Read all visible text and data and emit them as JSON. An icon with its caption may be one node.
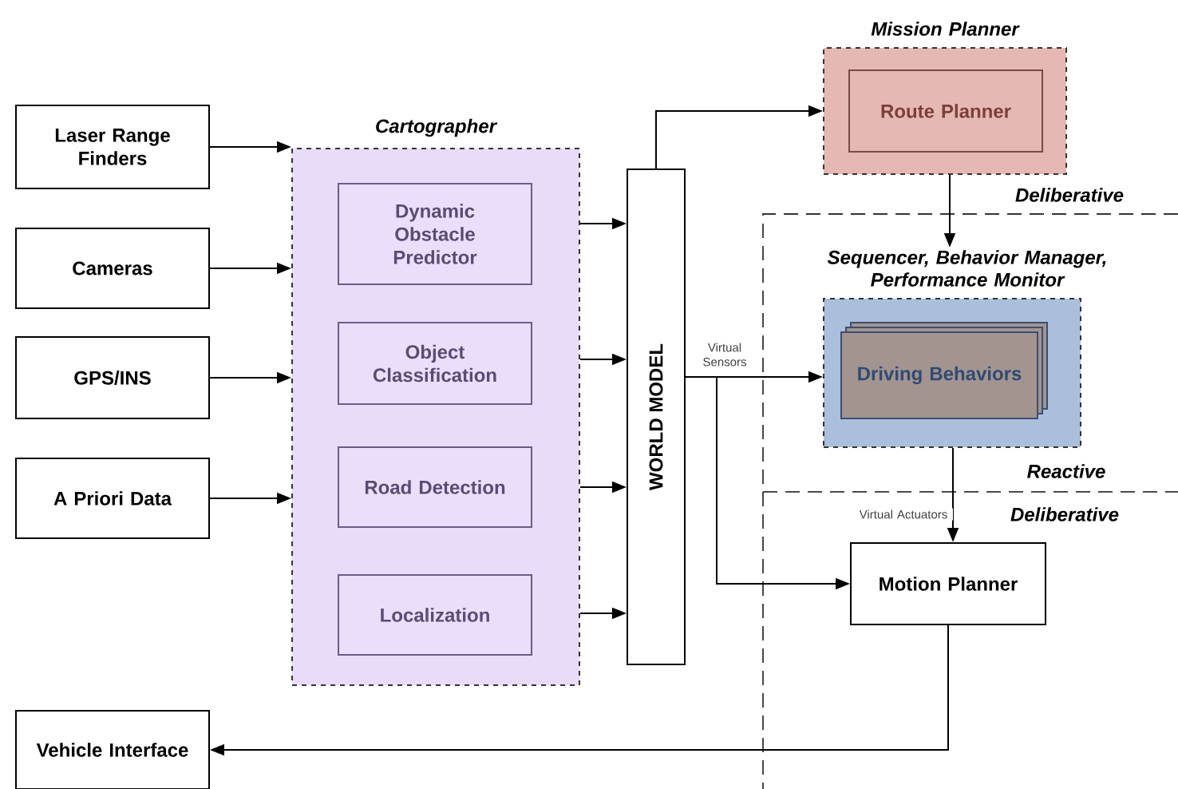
{
  "diagram": {
    "nodes": [
      {
        "text": [
          "Laser Range Finders"
        ]
      },
      {
        "text": [
          "Cameras"
        ]
      },
      {
        "text": [
          "GPS/INS"
        ]
      },
      {
        "text": [
          "A Priori Data"
        ]
      },
      {
        "text": [
          "Cartographer"
        ]
      },
      {
        "text": [
          "Dynamic Obstacle Predictor"
        ],
        "in": 4
      },
      {
        "text": [
          "Object Classification"
        ],
        "in": 4
      },
      {
        "text": [
          "Road Detection"
        ],
        "in": 4
      },
      {
        "text": [
          "Localization"
        ],
        "in": 4
      },
      {
        "text": [
          "WORLD MODEL"
        ]
      },
      {
        "text": [
          "Mission Planner"
        ]
      },
      {
        "text": [
          "Route Planner"
        ],
        "in": 10
      },
      {
        "text": [
          "Sequencer, Behavior Manager, Performance Monitor"
        ]
      },
      {
        "text": [
          "Driving Behaviors"
        ],
        "in": 12
      },
      {
        "text": [
          "Motion Planner"
        ]
      },
      {
        "text": [
          "Vehicle Interface"
        ]
      }
    ],
    "edges": [
      {
        "from": 0,
        "to": 4,
        "arrow": "to"
      },
      {
        "from": 1,
        "to": 4,
        "arrow": "to"
      },
      {
        "from": 2,
        "to": 4,
        "arrow": "to"
      },
      {
        "from": 3,
        "to": 4,
        "arrow": "to"
      },
      {
        "from": 4,
        "to": 9,
        "arrow": "to"
      },
      {
        "from": 4,
        "to": 9,
        "arrow": "to"
      },
      {
        "from": 4,
        "to": 9,
        "arrow": "to"
      },
      {
        "from": 4,
        "to": 9,
        "arrow": "to"
      },
      {
        "from": 9,
        "to": 10,
        "arrow": "to"
      },
      {
        "from": 9,
        "to": 12,
        "arrow": "to",
        "label": "Virtual Sensors"
      },
      {
        "from": 9,
        "to": 14,
        "arrow": "to"
      },
      {
        "from": 10,
        "to": 12,
        "arrow": "to"
      },
      {
        "from": 12,
        "to": 14,
        "arrow": "to",
        "label": "Virtual Actuators"
      },
      {
        "from": 14,
        "to": 15,
        "arrow": "to"
      }
    ],
    "labels": [
      "Deliberative",
      "Reactive",
      "Deliberative"
    ]
  }
}
